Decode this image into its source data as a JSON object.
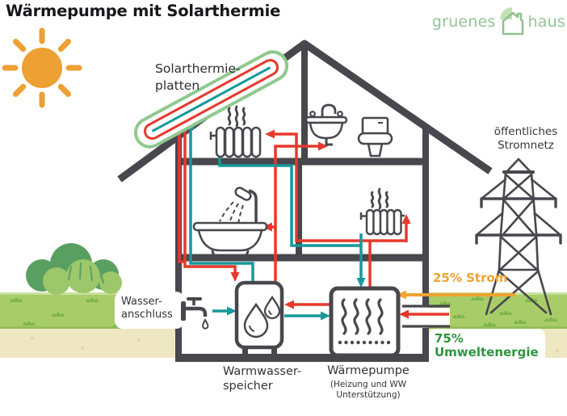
{
  "title": "Wärmepumpe mit Solarthermie",
  "logo": {
    "word1": "gruenes",
    "word2": "haus"
  },
  "labels": {
    "solar": {
      "line1": "Solarthermie-",
      "line2": "platten"
    },
    "grid": {
      "line1": "öffentliches",
      "line2": "Stromnetz"
    },
    "water_connection": {
      "line1": "Wasser-",
      "line2": "anschluss"
    },
    "storage_tank": {
      "line1": "Warmwasser-",
      "line2": "speicher"
    },
    "heat_pump": {
      "title": "Wärmepumpe",
      "sub_line1": "(Heizung und WW",
      "sub_line2": "Unterstützung)"
    },
    "electricity_share": "25% Strom",
    "environment_share": {
      "line1": "75%",
      "line2": "Umweltenergie"
    }
  },
  "colors": {
    "hot_pipe": "#E6392C",
    "cold_pipe": "#17989A",
    "electricity": "#F0A232",
    "environment_text": "#2F9440",
    "solar_panel_green": "#8FC98F",
    "structure_gray": "#47474D",
    "grass": "#A8CD68",
    "sand": "#EFE6C2",
    "sun": "#EDA033",
    "logo_green": "#93C493"
  },
  "icons": [
    "sun-icon",
    "solar-panel-icon",
    "radiator-icon",
    "sink-icon",
    "toilet-icon",
    "bathtub-shower-icon",
    "water-tap-icon",
    "water-tank-icon",
    "heat-pump-icon",
    "power-pylon-icon",
    "bush-icon",
    "leaf-house-icon"
  ]
}
